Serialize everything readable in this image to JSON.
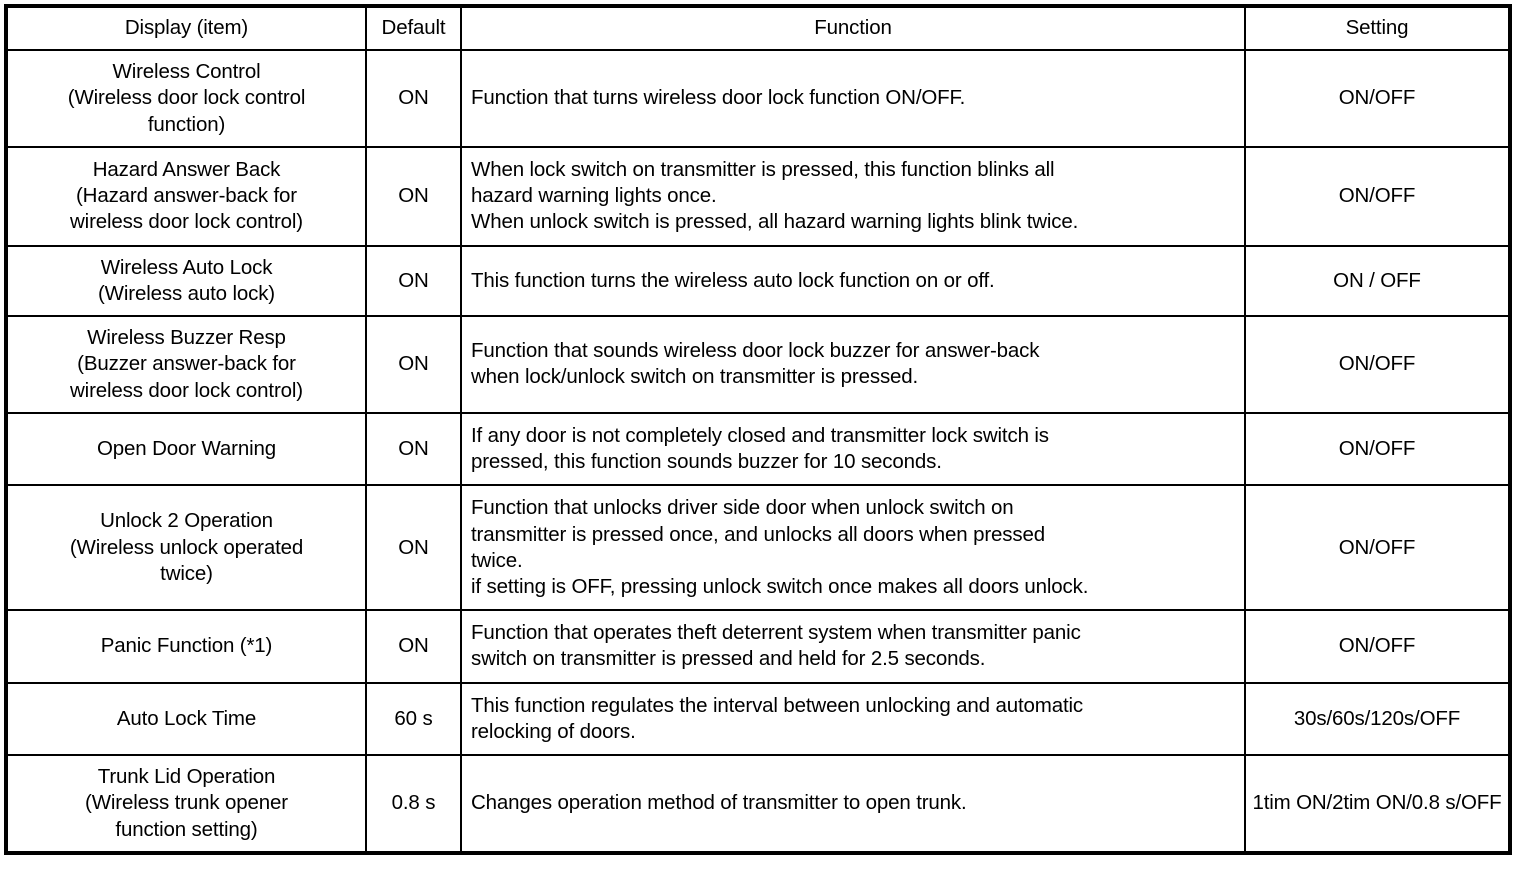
{
  "table": {
    "headers": {
      "display": "Display (item)",
      "default": "Default",
      "function": "Function",
      "setting": "Setting"
    },
    "rows": [
      {
        "display_lines": [
          "Wireless Control",
          "(Wireless door lock control",
          "function)"
        ],
        "default": "ON",
        "function_lines": [
          "Function that turns wireless door lock function ON/OFF."
        ],
        "setting": "ON/OFF"
      },
      {
        "display_lines": [
          "Hazard Answer Back",
          "(Hazard answer-back for",
          "wireless door lock control)"
        ],
        "default": "ON",
        "function_lines": [
          "When lock switch on transmitter is pressed, this function blinks all",
          "hazard warning lights once.",
          "When unlock switch is pressed, all hazard warning lights blink twice."
        ],
        "setting": "ON/OFF"
      },
      {
        "display_lines": [
          "Wireless Auto Lock",
          "(Wireless auto lock)"
        ],
        "default": "ON",
        "function_lines": [
          "This function turns the wireless auto lock function on or off."
        ],
        "setting": "ON / OFF"
      },
      {
        "display_lines": [
          "Wireless Buzzer Resp",
          "(Buzzer answer-back for",
          "wireless door lock control)"
        ],
        "default": "ON",
        "function_lines": [
          "Function that sounds wireless door lock buzzer for answer-back",
          "when lock/unlock switch on transmitter is pressed."
        ],
        "setting": "ON/OFF"
      },
      {
        "display_lines": [
          "Open Door Warning"
        ],
        "default": "ON",
        "function_lines": [
          "If any door is not completely closed and transmitter lock switch is",
          "pressed, this function sounds buzzer for 10 seconds."
        ],
        "setting": "ON/OFF"
      },
      {
        "display_lines": [
          "Unlock 2 Operation",
          "(Wireless unlock operated",
          "twice)"
        ],
        "default": "ON",
        "function_lines": [
          "Function that unlocks driver side door when unlock switch on",
          "transmitter is pressed once, and unlocks all doors when pressed",
          "twice.",
          "if setting is OFF, pressing unlock switch once makes all doors unlock."
        ],
        "setting": "ON/OFF"
      },
      {
        "display_lines": [
          "Panic Function (*1)"
        ],
        "default": "ON",
        "function_lines": [
          "Function that operates theft deterrent system when transmitter panic",
          "switch on transmitter is pressed and held for 2.5 seconds."
        ],
        "setting": "ON/OFF"
      },
      {
        "display_lines": [
          "Auto Lock Time"
        ],
        "default": "60 s",
        "function_lines": [
          "This function regulates the interval between unlocking and automatic",
          "relocking of doors."
        ],
        "setting": "30s/60s/120s/OFF"
      },
      {
        "display_lines": [
          "Trunk Lid Operation",
          "(Wireless trunk opener",
          "function setting)"
        ],
        "default": "0.8 s",
        "function_lines": [
          "Changes operation method of transmitter to open trunk."
        ],
        "setting": "1tim ON/2tim ON/0.8 s/OFF"
      }
    ]
  }
}
